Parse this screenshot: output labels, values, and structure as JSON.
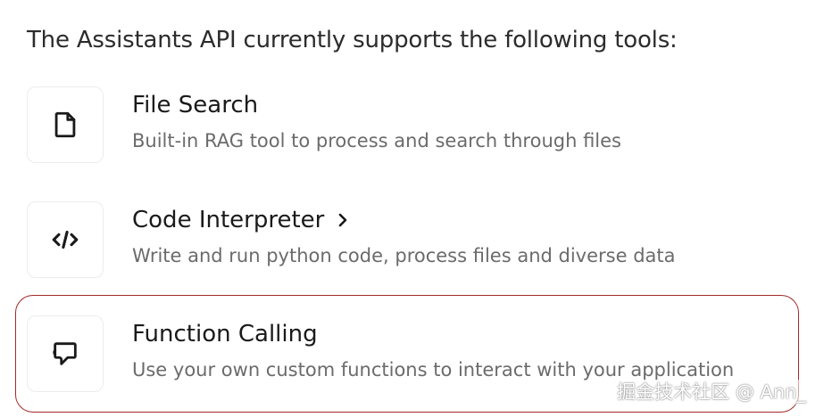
{
  "intro": "The Assistants API currently supports the following tools:",
  "tools": [
    {
      "icon": "file-icon",
      "title": "File Search",
      "description": "Built-in RAG tool to process and search through files"
    },
    {
      "icon": "code-icon",
      "title": "Code Interpreter",
      "description": "Write and run python code, process files and diverse data",
      "has_chevron": true
    },
    {
      "icon": "function-icon",
      "title": "Function Calling",
      "description": "Use your own custom functions to interact with your application",
      "highlighted": true
    }
  ],
  "watermark": "掘金技术社区 @ Ann_",
  "colors": {
    "highlight_border": "#a32a2a",
    "icon_box_border": "#ececec",
    "title": "#1a1a1a",
    "description": "#6b6b6b"
  }
}
